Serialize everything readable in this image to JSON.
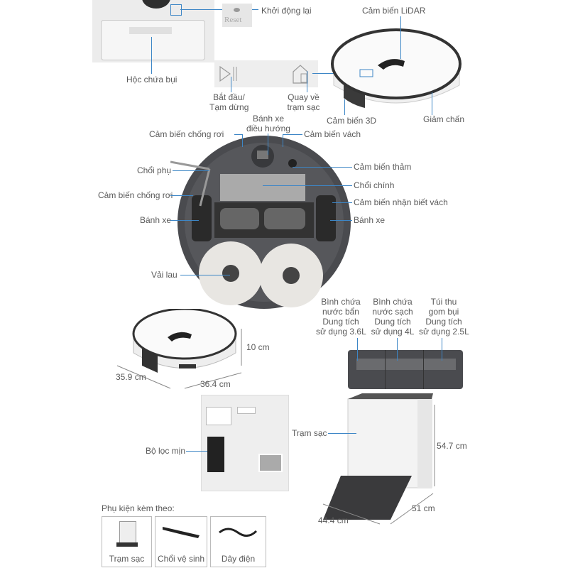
{
  "top": {
    "reset_button_text": "Reset",
    "restart_label": "Khởi động lại",
    "dustbin_label": "Hộc chứa bụi",
    "start_pause_label": [
      "Bắt đầu/",
      "Tạm dừng"
    ],
    "return_dock_label": [
      "Quay về",
      "trạm sạc"
    ],
    "lidar_label": "Cảm biến LiDAR",
    "sensor_3d_label": "Cảm biến 3D",
    "bumper_label": "Giảm chấn"
  },
  "bottom_view": {
    "nav_wheel_label": [
      "Bánh xe",
      "điều hướng"
    ],
    "cliff_sensor_top_label": "Cảm biến chống rơi",
    "wall_sensor_label": "Cảm biến vách",
    "side_brush_label": "Chổi phụ",
    "carpet_sensor_label": "Cảm biến thảm",
    "main_brush_label": "Chổi chính",
    "cliff_sensor_side_label": "Cảm biến chống rơi",
    "wall_detect_sensor_label": "Cảm biến nhận biết vách",
    "wheel_left_label": "Bánh xe",
    "wheel_right_label": "Bánh xe",
    "mop_label": "Vải lau"
  },
  "dimensions": {
    "robot_height": "10 cm",
    "robot_depth": "35.9 cm",
    "robot_width": "36.4 cm",
    "station_height": "54.7 cm",
    "station_width": "51 cm",
    "station_depth": "44.4 cm"
  },
  "tanks": [
    {
      "lines": [
        "Bình chứa",
        "nước bẩn",
        "Dung tích",
        "sử dụng 3.6L"
      ]
    },
    {
      "lines": [
        "Bình chứa",
        "nước sạch",
        "Dung tích",
        "sử dụng 4L"
      ]
    },
    {
      "lines": [
        "Túi thu",
        "gom bụi",
        "Dung tích",
        "sử dụng 2.5L"
      ]
    }
  ],
  "station": {
    "filter_label": "Bộ lọc mịn",
    "station_label": "Trạm sạc"
  },
  "accessories": {
    "title": "Phụ kiện kèm theo:",
    "items": [
      "Trạm sạc",
      "Chổi vệ sinh",
      "Dây điện"
    ]
  },
  "colors": {
    "leader_line": "#3d86c6",
    "robot_dark": "#4a4b4f",
    "robot_white": "#f2f2f2"
  }
}
